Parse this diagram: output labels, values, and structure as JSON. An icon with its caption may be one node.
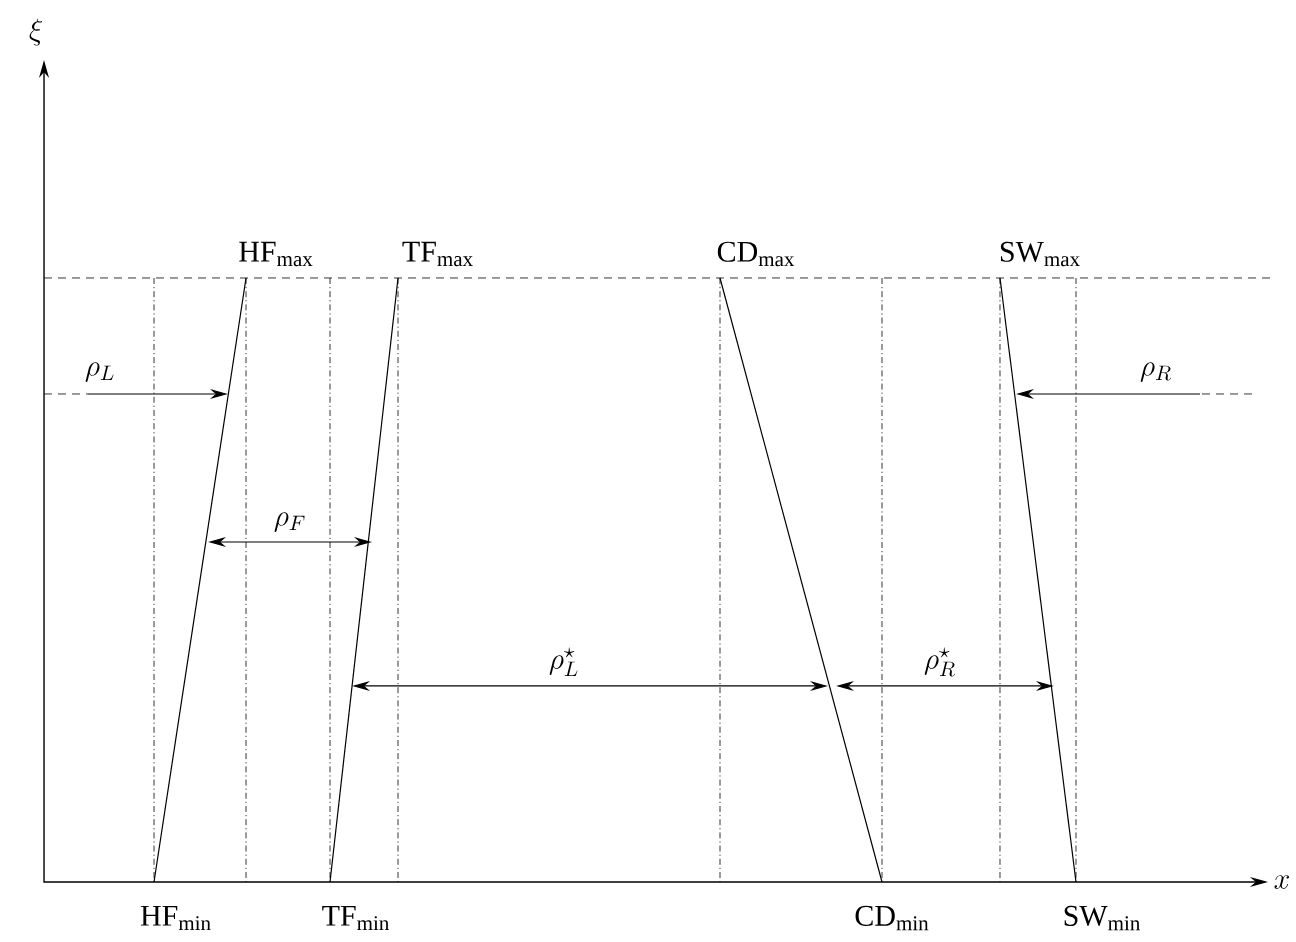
{
  "diagram": {
    "labels": [
      "\\xi",
      "\\mathrm{HF}_{\\max}",
      "\\mathrm{TF}_{\\max}",
      "\\mathrm{CD}_{\\max}",
      "\\mathrm{SW}_{\\max}",
      "\\rho_L",
      "\\rho_R",
      "\\rho_F",
      "\\rho_L^{\\star}",
      "\\rho_R^{\\star}",
      "\\mathrm{HF}_{\\min}",
      "\\mathrm{TF}_{\\min}",
      "\\mathrm{CD}_{\\min}",
      "\\mathrm{SW}_{\\min}",
      "x"
    ]
  }
}
